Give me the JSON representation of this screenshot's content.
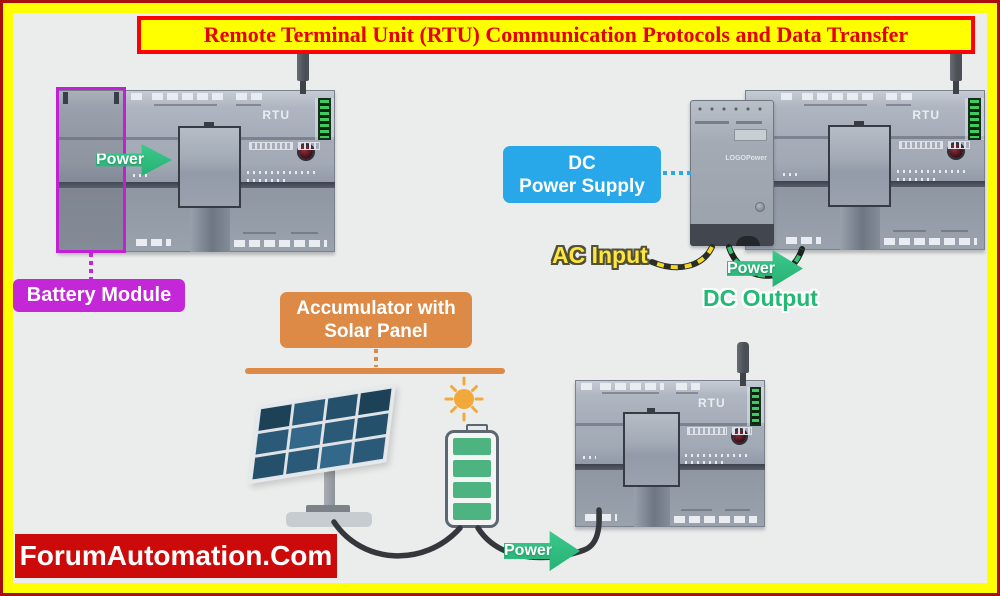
{
  "title": {
    "text": "Remote Terminal Unit (RTU) Communication Protocols and Data Transfer"
  },
  "watermark": {
    "text": "ForumAutomation.Com"
  },
  "labels": {
    "power": "Power",
    "battery_module": "Battery Module",
    "dc_power_supply": [
      "DC",
      "Power Supply"
    ],
    "accumulator": [
      "Accumulator with",
      "Solar Panel"
    ],
    "ac_input": "AC Input",
    "dc_output": "DC Output"
  },
  "devices": {
    "rtu_top_left": {
      "label": "RTU"
    },
    "rtu_top_right": {
      "label": "RTU"
    },
    "rtu_bottom": {
      "label": "RTU"
    },
    "power_supply_module": {
      "label": "LOGOPower"
    }
  },
  "icons": {
    "antenna": "antenna-icon",
    "sun": "sun-icon",
    "solar_panel": "solar-panel-icon",
    "accumulator_battery": "battery-icon",
    "power_arrow": "power-arrow-icon",
    "cable": "cable-line"
  },
  "colors": {
    "frame_border": "#ffff00",
    "frame_edge": "#a90e0e",
    "background": "#ebedec",
    "title_bg": "#ffff00",
    "title_text": "#e60000",
    "title_border": "#ff0000",
    "battery_label_bg": "#c427d8",
    "dc_label_bg": "#29a8e9",
    "accumulator_label_bg": "#dc8a46",
    "power_arrow_green": "#2fbf81",
    "ac_input_text": "#ffe53d",
    "dc_output_text": "#23b973",
    "watermark_bg": "#cc0a0a",
    "battery_cell_green": "#4db381"
  }
}
